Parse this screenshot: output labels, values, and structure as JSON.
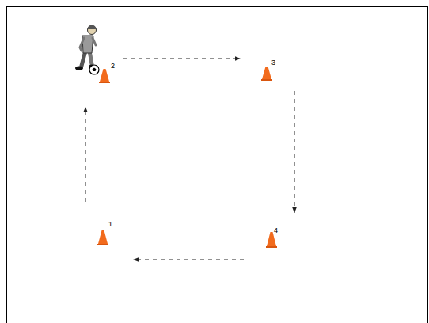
{
  "diagram": {
    "nodes": [
      {
        "text": [
          "2"
        ]
      },
      {
        "text": [
          "3"
        ]
      },
      {
        "text": [
          "1"
        ]
      },
      {
        "text": [
          "4"
        ]
      }
    ],
    "edges": [
      {
        "from": 0,
        "to": 1,
        "arrow": "to"
      },
      {
        "from": 1,
        "to": 3,
        "arrow": "to"
      },
      {
        "from": 3,
        "to": 2,
        "arrow": "to"
      },
      {
        "from": 2,
        "to": 0,
        "arrow": "to"
      }
    ]
  }
}
